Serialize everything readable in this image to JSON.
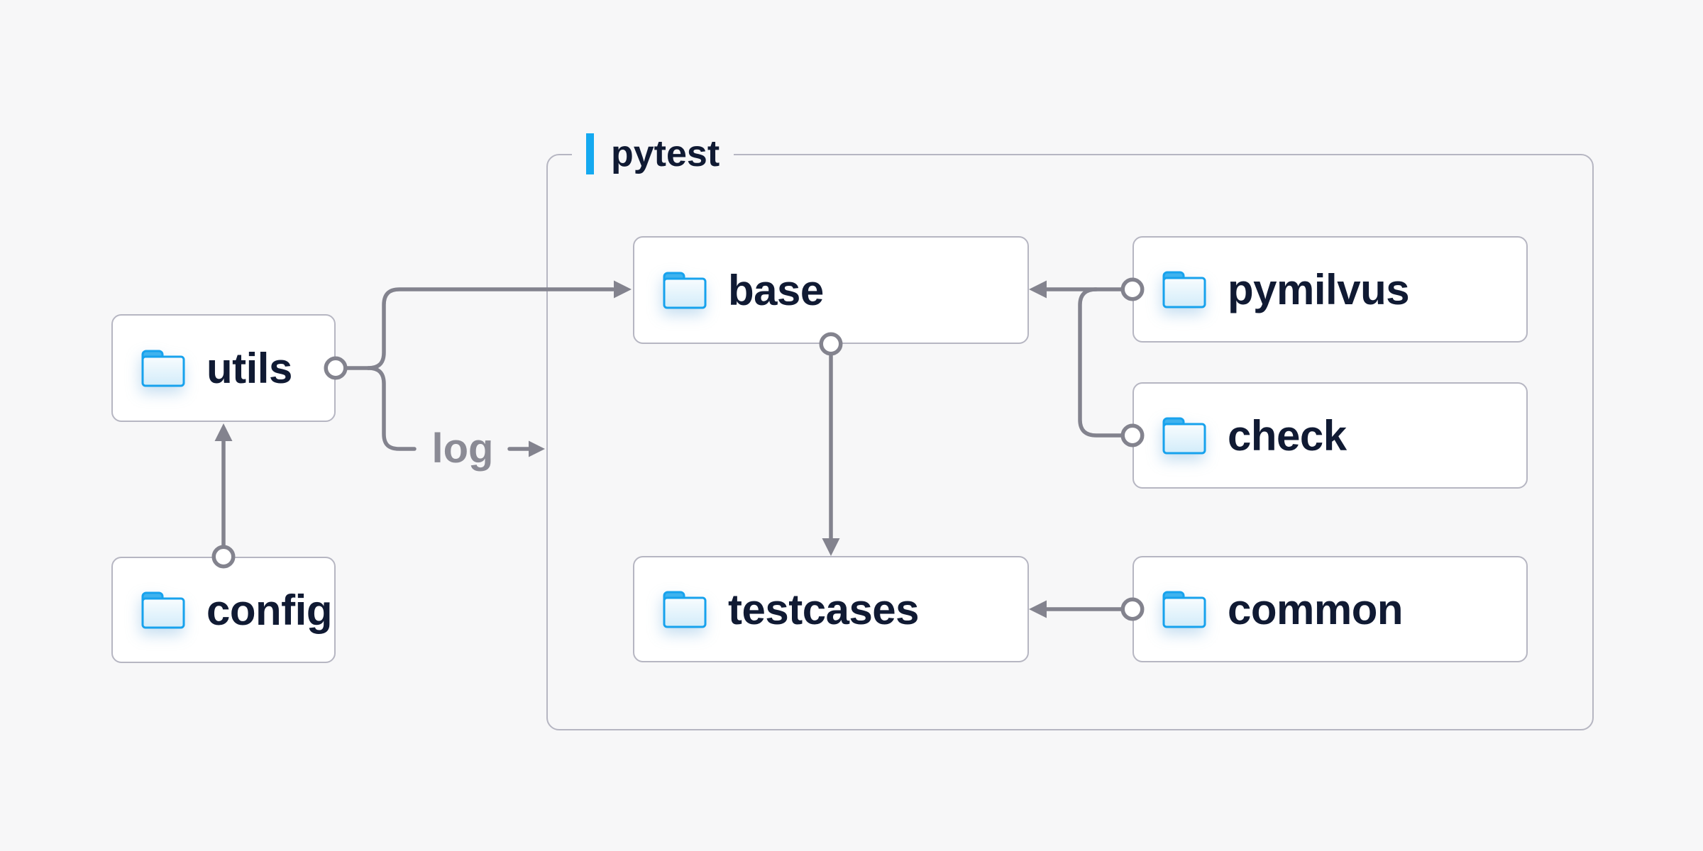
{
  "diagram": {
    "container": {
      "label": "pytest"
    },
    "nodes": {
      "utils": {
        "label": "utils",
        "icon": "folder-icon"
      },
      "config": {
        "label": "config",
        "icon": "folder-icon"
      },
      "base": {
        "label": "base",
        "icon": "folder-icon"
      },
      "testcases": {
        "label": "testcases",
        "icon": "folder-icon"
      },
      "pymilvus": {
        "label": "pymilvus",
        "icon": "folder-icon"
      },
      "check": {
        "label": "check",
        "icon": "folder-icon"
      },
      "common": {
        "label": "common",
        "icon": "folder-icon"
      }
    },
    "edges": [
      {
        "from": "utils",
        "to": "base",
        "label": ""
      },
      {
        "from": "utils",
        "to": "pytest-container",
        "label": "log"
      },
      {
        "from": "config",
        "to": "utils",
        "label": ""
      },
      {
        "from": "base",
        "to": "testcases",
        "label": ""
      },
      {
        "from": "pymilvus",
        "to": "base",
        "label": ""
      },
      {
        "from": "check",
        "to": "base",
        "label": ""
      },
      {
        "from": "common",
        "to": "testcases",
        "label": ""
      }
    ],
    "colors": {
      "background": "#f7f7f8",
      "box_fill": "#ffffff",
      "border_gray": "#b6b6c2",
      "line_gray": "#83838e",
      "text_navy": "#101a33",
      "muted_label_gray": "#8b8b95",
      "accent_blue": "#14a9f0",
      "folder_blue": "#17a2ed"
    }
  }
}
